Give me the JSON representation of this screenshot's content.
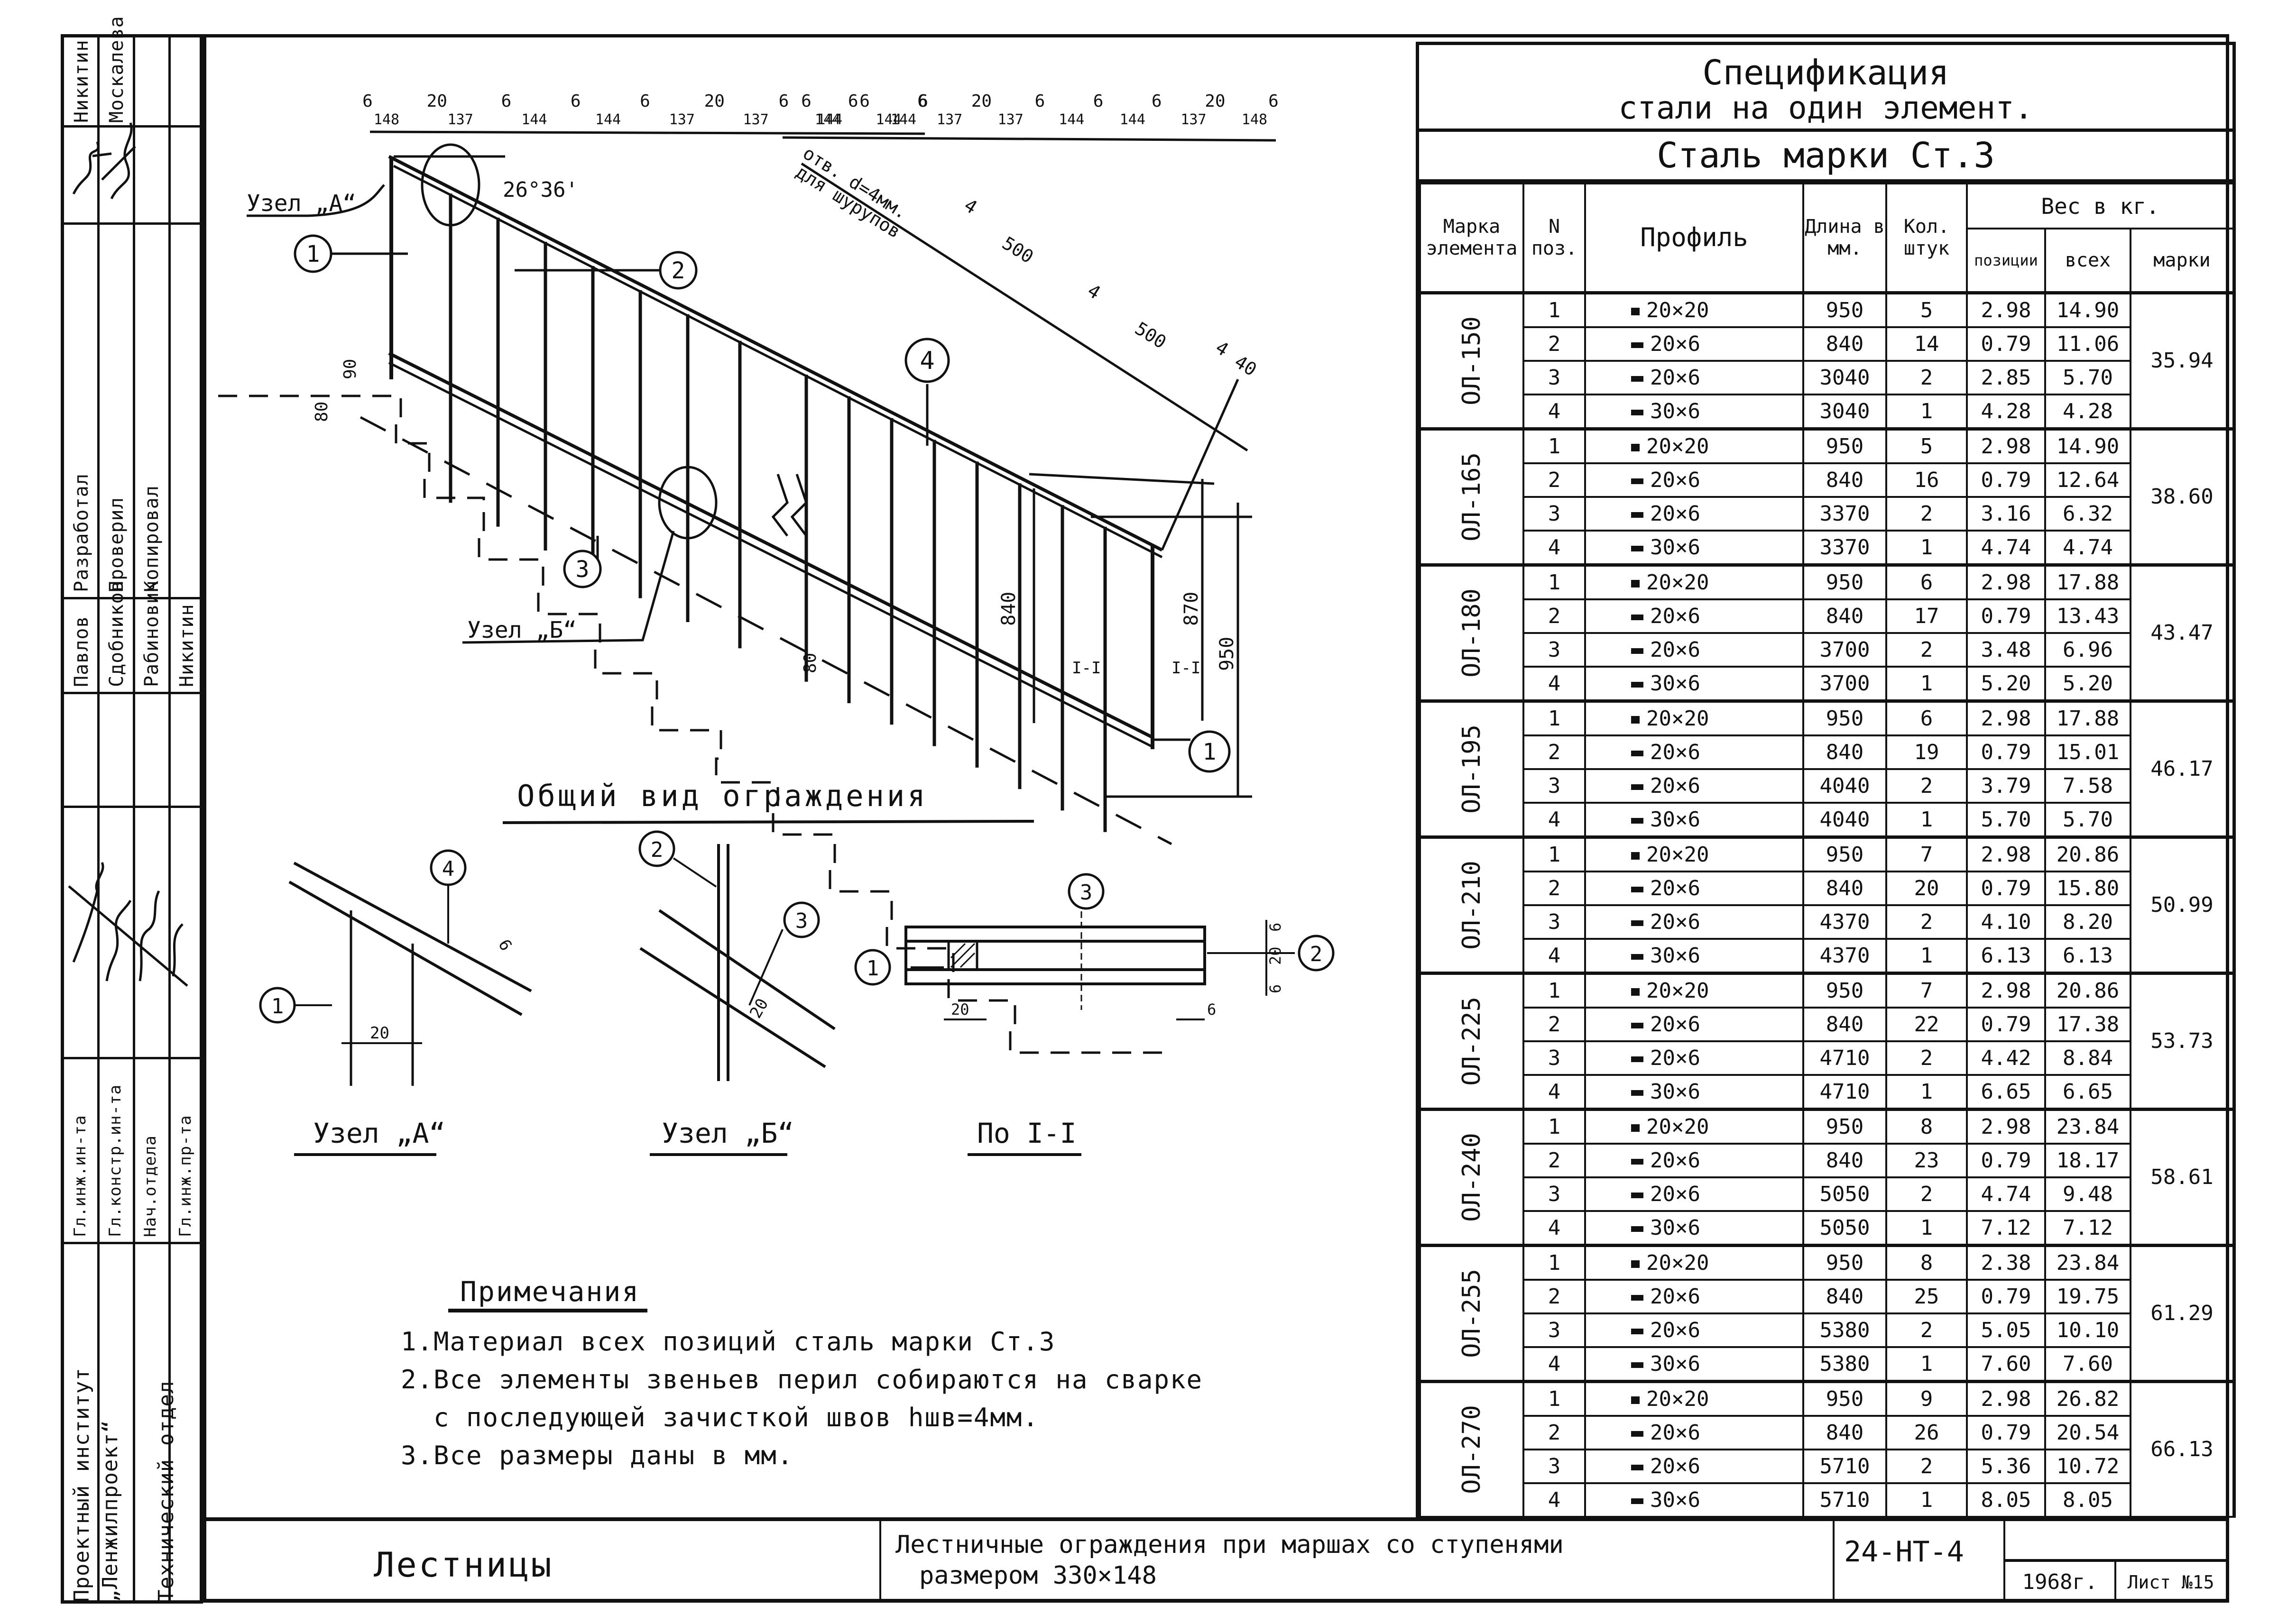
{
  "stamp": {
    "top_names": [
      "Никитин",
      "Москалева"
    ],
    "roles": [
      "Разработал",
      "Проверил",
      "Копировал"
    ],
    "people": [
      "Павлов",
      "Сдобников",
      "Рабинович",
      "Никитин"
    ],
    "positions": [
      "Гл.инж.ин-та",
      "Гл.констр.ин-та",
      "Нач.отдела",
      "Гл.инж.пр-та"
    ],
    "institute_line1": "Проектный институт",
    "institute_line2": "„Ленжилпроект“",
    "department": "Технический отдел"
  },
  "drawing": {
    "top_dims_left_top": [
      "6",
      "20",
      "6",
      "6",
      "6",
      "20",
      "6",
      "6",
      "6"
    ],
    "top_dims_left_bottom": [
      "148",
      "137",
      "144",
      "144",
      "137",
      "137",
      "144",
      "144"
    ],
    "top_dims_right_top": [
      "6",
      "6",
      "6",
      "20",
      "6",
      "6",
      "6",
      "20",
      "6"
    ],
    "top_dims_right_bottom": [
      "144",
      "144",
      "137",
      "137",
      "144",
      "144",
      "137",
      "148"
    ],
    "angle": "26°36'",
    "node_a_label": "Узел „А“",
    "node_b_label": "Узел „Б“",
    "hole_note_line1": "отв. d=4мм.",
    "hole_note_line2": "для шурупов",
    "hole_dims": [
      "4",
      "500",
      "4",
      "500",
      "4",
      "40"
    ],
    "dim_90": "90",
    "dim_80": "80",
    "dim_80b": "80",
    "dim_840": "840",
    "dim_870": "870",
    "dim_950": "950",
    "section_mark": "I-I",
    "positions": [
      "1",
      "2",
      "3",
      "4"
    ],
    "general_view_title": "Общий вид ограждения",
    "detail_a_title": "Узел „А“",
    "detail_b_title": "Узел „Б“",
    "section_title": "По I-I",
    "detail_a_dims": [
      "20",
      "6"
    ],
    "detail_b_dims": [
      "20"
    ],
    "section_dims": [
      "20",
      "6",
      "6",
      "20",
      "6"
    ]
  },
  "spec": {
    "title_line1": "Спецификация",
    "title_line2": "стали на один элемент.",
    "steel_grade": "Сталь марки Ст.3",
    "headers": {
      "marka": "Марка элемента",
      "pos": "N поз.",
      "profile": "Профиль",
      "length": "Длина в мм.",
      "qty": "Кол. штук",
      "weight": "Вес в кг.",
      "w_pos": "позиции",
      "w_all": "всех",
      "w_mark": "марки"
    },
    "groups": [
      {
        "marka": "ОЛ-150",
        "total": "35.94",
        "rows": [
          {
            "n": "1",
            "shape": "sq",
            "profile": "20×20",
            "len": "950",
            "qty": "5",
            "wpos": "2.98",
            "wall": "14.90"
          },
          {
            "n": "2",
            "shape": "bar",
            "profile": "20×6",
            "len": "840",
            "qty": "14",
            "wpos": "0.79",
            "wall": "11.06"
          },
          {
            "n": "3",
            "shape": "bar",
            "profile": "20×6",
            "len": "3040",
            "qty": "2",
            "wpos": "2.85",
            "wall": "5.70"
          },
          {
            "n": "4",
            "shape": "bar",
            "profile": "30×6",
            "len": "3040",
            "qty": "1",
            "wpos": "4.28",
            "wall": "4.28"
          }
        ]
      },
      {
        "marka": "ОЛ-165",
        "total": "38.60",
        "rows": [
          {
            "n": "1",
            "shape": "sq",
            "profile": "20×20",
            "len": "950",
            "qty": "5",
            "wpos": "2.98",
            "wall": "14.90"
          },
          {
            "n": "2",
            "shape": "bar",
            "profile": "20×6",
            "len": "840",
            "qty": "16",
            "wpos": "0.79",
            "wall": "12.64"
          },
          {
            "n": "3",
            "shape": "bar",
            "profile": "20×6",
            "len": "3370",
            "qty": "2",
            "wpos": "3.16",
            "wall": "6.32"
          },
          {
            "n": "4",
            "shape": "bar",
            "profile": "30×6",
            "len": "3370",
            "qty": "1",
            "wpos": "4.74",
            "wall": "4.74"
          }
        ]
      },
      {
        "marka": "ОЛ-180",
        "total": "43.47",
        "rows": [
          {
            "n": "1",
            "shape": "sq",
            "profile": "20×20",
            "len": "950",
            "qty": "6",
            "wpos": "2.98",
            "wall": "17.88"
          },
          {
            "n": "2",
            "shape": "bar",
            "profile": "20×6",
            "len": "840",
            "qty": "17",
            "wpos": "0.79",
            "wall": "13.43"
          },
          {
            "n": "3",
            "shape": "bar",
            "profile": "20×6",
            "len": "3700",
            "qty": "2",
            "wpos": "3.48",
            "wall": "6.96"
          },
          {
            "n": "4",
            "shape": "bar",
            "profile": "30×6",
            "len": "3700",
            "qty": "1",
            "wpos": "5.20",
            "wall": "5.20"
          }
        ]
      },
      {
        "marka": "ОЛ-195",
        "total": "46.17",
        "rows": [
          {
            "n": "1",
            "shape": "sq",
            "profile": "20×20",
            "len": "950",
            "qty": "6",
            "wpos": "2.98",
            "wall": "17.88"
          },
          {
            "n": "2",
            "shape": "bar",
            "profile": "20×6",
            "len": "840",
            "qty": "19",
            "wpos": "0.79",
            "wall": "15.01"
          },
          {
            "n": "3",
            "shape": "bar",
            "profile": "20×6",
            "len": "4040",
            "qty": "2",
            "wpos": "3.79",
            "wall": "7.58"
          },
          {
            "n": "4",
            "shape": "bar",
            "profile": "30×6",
            "len": "4040",
            "qty": "1",
            "wpos": "5.70",
            "wall": "5.70"
          }
        ]
      },
      {
        "marka": "ОЛ-210",
        "total": "50.99",
        "rows": [
          {
            "n": "1",
            "shape": "sq",
            "profile": "20×20",
            "len": "950",
            "qty": "7",
            "wpos": "2.98",
            "wall": "20.86"
          },
          {
            "n": "2",
            "shape": "bar",
            "profile": "20×6",
            "len": "840",
            "qty": "20",
            "wpos": "0.79",
            "wall": "15.80"
          },
          {
            "n": "3",
            "shape": "bar",
            "profile": "20×6",
            "len": "4370",
            "qty": "2",
            "wpos": "4.10",
            "wall": "8.20"
          },
          {
            "n": "4",
            "shape": "bar",
            "profile": "30×6",
            "len": "4370",
            "qty": "1",
            "wpos": "6.13",
            "wall": "6.13"
          }
        ]
      },
      {
        "marka": "ОЛ-225",
        "total": "53.73",
        "rows": [
          {
            "n": "1",
            "shape": "sq",
            "profile": "20×20",
            "len": "950",
            "qty": "7",
            "wpos": "2.98",
            "wall": "20.86"
          },
          {
            "n": "2",
            "shape": "bar",
            "profile": "20×6",
            "len": "840",
            "qty": "22",
            "wpos": "0.79",
            "wall": "17.38"
          },
          {
            "n": "3",
            "shape": "bar",
            "profile": "20×6",
            "len": "4710",
            "qty": "2",
            "wpos": "4.42",
            "wall": "8.84"
          },
          {
            "n": "4",
            "shape": "bar",
            "profile": "30×6",
            "len": "4710",
            "qty": "1",
            "wpos": "6.65",
            "wall": "6.65"
          }
        ]
      },
      {
        "marka": "ОЛ-240",
        "total": "58.61",
        "rows": [
          {
            "n": "1",
            "shape": "sq",
            "profile": "20×20",
            "len": "950",
            "qty": "8",
            "wpos": "2.98",
            "wall": "23.84"
          },
          {
            "n": "2",
            "shape": "bar",
            "profile": "20×6",
            "len": "840",
            "qty": "23",
            "wpos": "0.79",
            "wall": "18.17"
          },
          {
            "n": "3",
            "shape": "bar",
            "profile": "20×6",
            "len": "5050",
            "qty": "2",
            "wpos": "4.74",
            "wall": "9.48"
          },
          {
            "n": "4",
            "shape": "bar",
            "profile": "30×6",
            "len": "5050",
            "qty": "1",
            "wpos": "7.12",
            "wall": "7.12"
          }
        ]
      },
      {
        "marka": "ОЛ-255",
        "total": "61.29",
        "rows": [
          {
            "n": "1",
            "shape": "sq",
            "profile": "20×20",
            "len": "950",
            "qty": "8",
            "wpos": "2.38",
            "wall": "23.84"
          },
          {
            "n": "2",
            "shape": "bar",
            "profile": "20×6",
            "len": "840",
            "qty": "25",
            "wpos": "0.79",
            "wall": "19.75"
          },
          {
            "n": "3",
            "shape": "bar",
            "profile": "20×6",
            "len": "5380",
            "qty": "2",
            "wpos": "5.05",
            "wall": "10.10"
          },
          {
            "n": "4",
            "shape": "bar",
            "profile": "30×6",
            "len": "5380",
            "qty": "1",
            "wpos": "7.60",
            "wall": "7.60"
          }
        ]
      },
      {
        "marka": "ОЛ-270",
        "total": "66.13",
        "rows": [
          {
            "n": "1",
            "shape": "sq",
            "profile": "20×20",
            "len": "950",
            "qty": "9",
            "wpos": "2.98",
            "wall": "26.82"
          },
          {
            "n": "2",
            "shape": "bar",
            "profile": "20×6",
            "len": "840",
            "qty": "26",
            "wpos": "0.79",
            "wall": "20.54"
          },
          {
            "n": "3",
            "shape": "bar",
            "profile": "20×6",
            "len": "5710",
            "qty": "2",
            "wpos": "5.36",
            "wall": "10.72"
          },
          {
            "n": "4",
            "shape": "bar",
            "profile": "30×6",
            "len": "5710",
            "qty": "1",
            "wpos": "8.05",
            "wall": "8.05"
          }
        ]
      }
    ]
  },
  "notes": {
    "title": "Примечания",
    "items": [
      "1.Материал всех позиций сталь марки Ст.3",
      "2.Все элементы звеньев перил собираются на сварке",
      "  с последующей зачисткой швов hшв=4мм.",
      "3.Все размеры даны в мм."
    ]
  },
  "title_block": {
    "section": "Лестницы",
    "description_line1": "Лестничные ограждения при маршах со ступенями",
    "description_line2": "размером 330×148",
    "code": "24-НТ-4",
    "year": "1968г.",
    "sheet": "Лист №15"
  }
}
